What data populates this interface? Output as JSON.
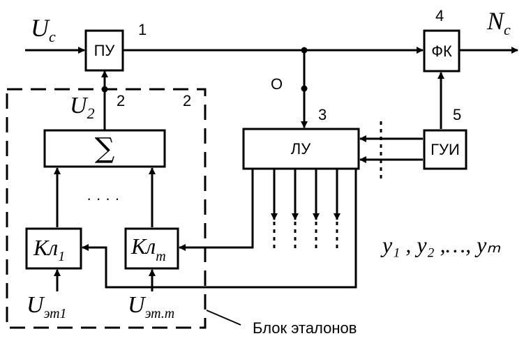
{
  "blocks": {
    "pu": "ПУ",
    "fk": "ФК",
    "lu": "ЛУ",
    "gui": "ГУИ",
    "sum": "∑",
    "kl1": {
      "main": "Кл",
      "sub": "1"
    },
    "klm": {
      "main": "Кл",
      "sub": "m"
    }
  },
  "signals": {
    "uc": {
      "main": "U",
      "sub": "c"
    },
    "nc": {
      "main": "N",
      "sub": "c"
    },
    "u2": {
      "main": "U",
      "sub": "2"
    },
    "uet1": {
      "main": "U",
      "sub": "эт1"
    },
    "uetm": {
      "main": "U",
      "sub": "эт.m"
    },
    "outputs": "y₁ , y₂ ,…, yₘ"
  },
  "labels": {
    "n1": "1",
    "n2a": "2",
    "n2b": "2",
    "n3": "3",
    "n4": "4",
    "n5": "5",
    "o": "О",
    "dots": "· · · ·",
    "caption": "Блок эталонов"
  }
}
